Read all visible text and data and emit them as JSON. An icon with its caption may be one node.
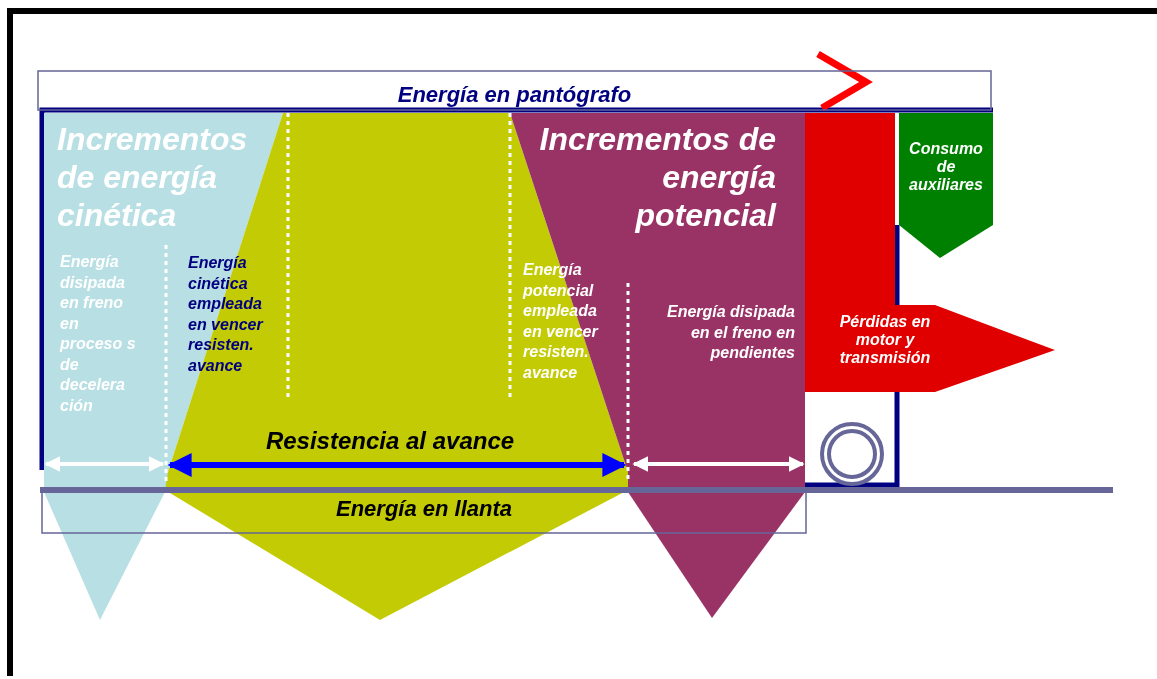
{
  "diagram": {
    "nodes": [
      {
        "text": [
          "Energía en pantógrafo"
        ]
      },
      {
        "text": [
          "Incrementos de energía cinética",
          "Energía disipada en freno en proceso s de decelera ción"
        ]
      },
      {
        "text": [
          "Energía cinética empleada en vencer resisten. avance",
          "Energía potencial empleada en vencer resisten. avance",
          "Resistencia al avance"
        ]
      },
      {
        "text": [
          "Incrementos de energía potencial",
          "Energía disipada en el freno en pendientes"
        ]
      },
      {
        "text": [
          "Pérdidas en motor y transmisión"
        ]
      },
      {
        "text": [
          "Consumo de auxiliares"
        ]
      },
      {
        "text": [
          "Energía en llanta"
        ]
      }
    ]
  }
}
